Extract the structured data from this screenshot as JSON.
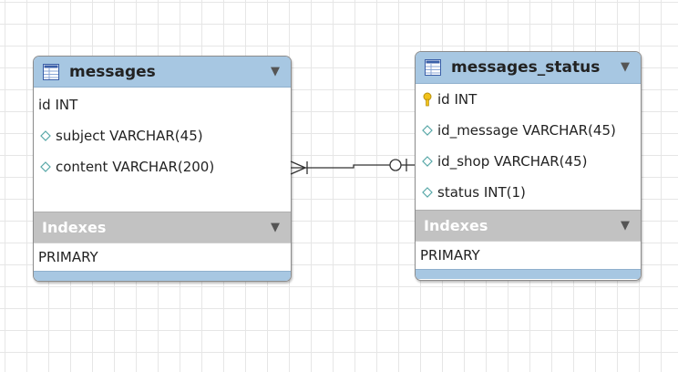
{
  "tables": [
    {
      "name": "messages",
      "columns": [
        {
          "label": "id INT",
          "icon": "none"
        },
        {
          "label": "subject VARCHAR(45)",
          "icon": "diamond-icon"
        },
        {
          "label": "content VARCHAR(200)",
          "icon": "diamond-icon"
        }
      ],
      "indexes_label": "Indexes",
      "indexes": [
        "PRIMARY"
      ]
    },
    {
      "name": "messages_status",
      "columns": [
        {
          "label": "id INT",
          "icon": "key-icon"
        },
        {
          "label": "id_message VARCHAR(45)",
          "icon": "diamond-icon"
        },
        {
          "label": "id_shop VARCHAR(45)",
          "icon": "diamond-icon"
        },
        {
          "label": "status INT(1)",
          "icon": "diamond-icon"
        }
      ],
      "indexes_label": "Indexes",
      "indexes": [
        "PRIMARY"
      ]
    }
  ],
  "relationship": {
    "from": "messages",
    "to": "messages_status",
    "from_end": "one-and-only-one-crowfoot",
    "to_end": "zero-or-one"
  },
  "colors": {
    "header": "#a7c7e2",
    "indexes_header": "#c2c2c2",
    "grid": "#e6e6e6"
  }
}
